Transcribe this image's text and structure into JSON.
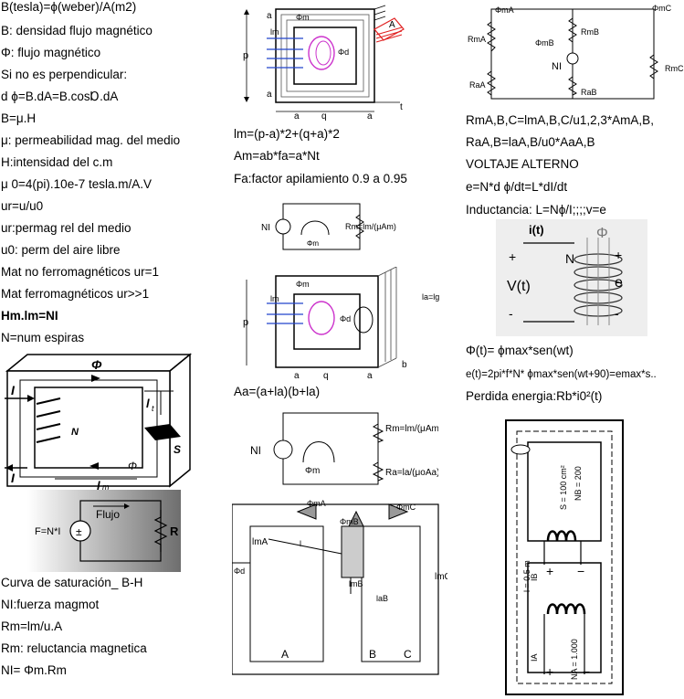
{
  "col1": {
    "lines": [
      "B(tesla)=ϕ(weber)/A(m2)",
      "B: densidad flujo magnético",
      "Φ: flujo magnético",
      "Si no es perpendicular:",
      "d ϕ=B.dA=B.cosⱰ.dA",
      "B=μ.H",
      "μ: permeabilidad mag. del medio",
      "H:intensidad del c.m",
      "μ 0=4(pi).10e-7 tesla.m/A.V",
      "ur=u/u0",
      "ur:permag rel del medio",
      "u0: perm del aire libre",
      "Mat no ferromagnéticos ur=1",
      "Mat ferromagnéticos ur>>1",
      "Hm.lm=NI",
      "N=num espiras"
    ],
    "lines_bottom": [
      "Curva de saturación_ B-H",
      "NI:fuerza magmot",
      "Rm=lm/u.A",
      "Rm: reluctancia magnetica",
      "NI= Φm.Rm"
    ],
    "core_fig": {
      "phi": "Φ",
      "phi2": "Φ",
      "I_in": "I",
      "I_out": "I",
      "N": "N",
      "lt": "l",
      "lt_sub": "t",
      "S": "S",
      "lm": "l",
      "lm_sub": "m"
    },
    "circuit_fig": {
      "source": "F=N*I",
      "flujo": "Flujo",
      "R": "R"
    }
  },
  "col2": {
    "formulas": [
      "lm=(p-a)*2+(q+a)*2",
      "Am=ab*fa=a*Nt",
      "Fa:factor apilamiento 0.9 a 0.95",
      "Aa=(a+la)(b+la)"
    ],
    "fig1": {
      "a1": "a",
      "p": "p",
      "phim": "Φm",
      "Im": "lm",
      "phid": "Φd",
      "a2": "a",
      "a3": "a",
      "q": "q",
      "a4": "a",
      "t": "t",
      "A": "A"
    },
    "fig2": {
      "NI": "NI",
      "phim": "Φm",
      "Rm": "Rm=lm/(μAm)"
    },
    "fig3": {
      "la_eq": "la=lg",
      "p": "p",
      "phim": "Φm",
      "lm": "lm",
      "phid": "Φd",
      "a1": "a",
      "q": "q",
      "a2": "a",
      "b": "b"
    },
    "fig4": {
      "NI": "NI",
      "phim": "Φm",
      "Rm": "Rm=lm/(μAm)",
      "Ra": "Ra=la/(μoAa)"
    },
    "fig5": {
      "phimA": "ΦmA",
      "phimC": "ΦmC",
      "phimB": "ΦmB",
      "lmA": "lmA",
      "lmB": "lmB",
      "lmC": "lmC",
      "lB": "l",
      "laB": "laB",
      "pd": "Φd",
      "A": "A",
      "B": "B",
      "C": "C"
    }
  },
  "col3": {
    "lines": [
      "RmA,B,C=lmA,B,C/u1,2,3*AmA,B,",
      "RaA,B=laA,B/u0*AaA,B",
      "VOLTAJE ALTERNO",
      "e=N*d ϕ/dt=L*dI/dt",
      "Inductancia: L=Nϕ/I;;;;v=e"
    ],
    "lines_mid": [
      "Φ(t)= ϕmax*sen(wt)",
      "e(t)=2pi*f*N* ϕmax*sen(wt+90)=emax*s..",
      "Perdida energia:Rb*i0²(t)"
    ],
    "fig_top": {
      "phimA": "ΦmA",
      "phimC": "ΦmC",
      "phimB": "ΦmB",
      "RmA": "RmA",
      "RmB": "RmB",
      "RmC": "RmC",
      "RaA": "RaA",
      "RaB": "RaB",
      "NI": "NI"
    },
    "fig_coil": {
      "i": "i(t)",
      "phi": "Φ",
      "N": "N",
      "V": "V(t)",
      "e": "e",
      "plus1": "+",
      "plus2": "+",
      "minus1": "-",
      "minus2": "-"
    },
    "fig_xfmr": {
      "area": "S = 100 cm²",
      "N1": "NB = 200",
      "len": "l = 0.5 m",
      "N2": "NA = 1.000",
      "IB": "IB",
      "IA": "IA",
      "plus1": "+",
      "minus1": "−",
      "plus2": "+",
      "minus2": "−"
    }
  }
}
